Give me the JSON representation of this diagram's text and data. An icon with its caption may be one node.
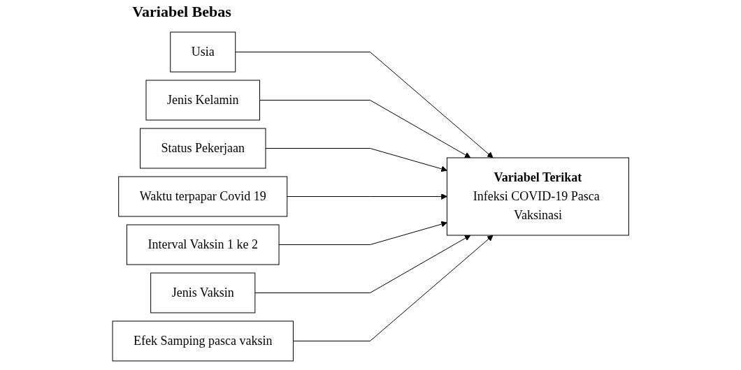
{
  "diagram": {
    "title": "Variabel Bebas",
    "nodes": [
      {
        "text": [
          "Usia"
        ]
      },
      {
        "text": [
          "Jenis Kelamin"
        ]
      },
      {
        "text": [
          "Status Pekerjaan"
        ]
      },
      {
        "text": [
          "Waktu terpapar Covid 19"
        ]
      },
      {
        "text": [
          "Interval Vaksin 1 ke 2"
        ]
      },
      {
        "text": [
          "Jenis Vaksin"
        ]
      },
      {
        "text": [
          "Efek Samping pasca vaksin"
        ]
      },
      {
        "text": [
          "Variabel Terikat",
          "Infeksi COVID-19 Pasca Vaksinasi"
        ]
      }
    ],
    "edges": [
      {
        "from": 0,
        "to": 7,
        "arrow": "to"
      },
      {
        "from": 1,
        "to": 7,
        "arrow": "to"
      },
      {
        "from": 2,
        "to": 7,
        "arrow": "to"
      },
      {
        "from": 3,
        "to": 7,
        "arrow": "to"
      },
      {
        "from": 4,
        "to": 7,
        "arrow": "to"
      },
      {
        "from": 5,
        "to": 7,
        "arrow": "to"
      },
      {
        "from": 6,
        "to": 7,
        "arrow": "to"
      }
    ]
  }
}
